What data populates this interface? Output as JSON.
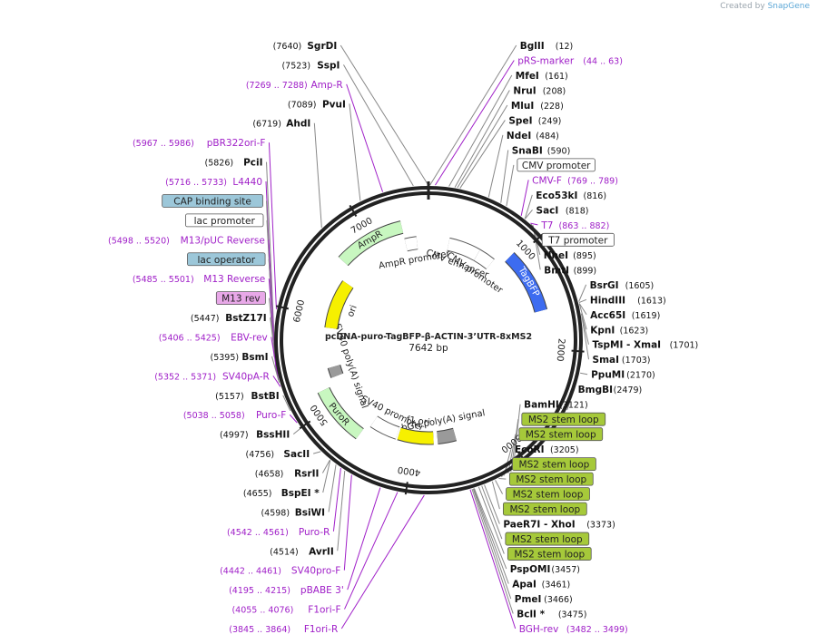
{
  "credit": {
    "prefix": "Created by",
    "brand": "SnapGene"
  },
  "plasmid": {
    "name": "pcDNA-puro-TagBFP-β-ACTIN-3’UTR-8xMS2",
    "length": "7642 bp",
    "total_bp": 7642
  },
  "colors": {
    "primer": "#a020c8",
    "ms2": "#a6c93a",
    "misc": "#9cc7d9",
    "m13rev": "#e8a8e8",
    "yellow": "#f6f000",
    "green": "#c8f7c0",
    "blue": "#3d6cf0",
    "gray": "#9a9a9a",
    "orange": "#f0a020"
  },
  "ruler": [
    {
      "label": "1000",
      "pos": 1000
    },
    {
      "label": "2000",
      "pos": 2000
    },
    {
      "label": "3000",
      "pos": 3000
    },
    {
      "label": "4000",
      "pos": 4000
    },
    {
      "label": "5000",
      "pos": 5000
    },
    {
      "label": "6000",
      "pos": 6000
    },
    {
      "label": "7000",
      "pos": 7000
    }
  ],
  "left_labels": [
    {
      "text": "SgrDI",
      "num": "(7640)",
      "kind": "site",
      "pos": 7640
    },
    {
      "text": "SspI",
      "num": "(7523)",
      "kind": "site",
      "pos": 7523
    },
    {
      "text": "Amp-R",
      "num": "(7269 .. 7288)",
      "kind": "primer",
      "pos": 7278
    },
    {
      "text": "PvuI",
      "num": "(7089)",
      "kind": "site",
      "pos": 7089
    },
    {
      "text": "AhdI",
      "num": "(6719)",
      "kind": "site",
      "pos": 6719
    },
    {
      "text": "pBR322ori-F",
      "num": "(5967 .. 5986)",
      "kind": "primer",
      "pos": 5976
    },
    {
      "text": "PciI",
      "num": "(5826)",
      "kind": "site",
      "pos": 5826
    },
    {
      "text": "L4440",
      "num": "(5716 .. 5733)",
      "kind": "primer",
      "pos": 5724
    },
    {
      "text": "CAP binding site",
      "num": "",
      "kind": "box_misc",
      "pos": 5640
    },
    {
      "text": "lac promoter",
      "num": "",
      "kind": "box_white",
      "pos": 5600
    },
    {
      "text": "M13/pUC Reverse",
      "num": "(5498 .. 5520)",
      "kind": "primer",
      "pos": 5509
    },
    {
      "text": "lac operator",
      "num": "",
      "kind": "box_misc",
      "pos": 5500
    },
    {
      "text": "M13 Reverse",
      "num": "(5485 .. 5501)",
      "kind": "primer",
      "pos": 5493
    },
    {
      "text": "M13 rev",
      "num": "",
      "kind": "box_m13",
      "pos": 5488
    },
    {
      "text": "BstZ17I",
      "num": "(5447)",
      "kind": "site",
      "pos": 5447
    },
    {
      "text": "EBV-rev",
      "num": "(5406 .. 5425)",
      "kind": "primer",
      "pos": 5415
    },
    {
      "text": "BsmI",
      "num": "(5395)",
      "kind": "site",
      "pos": 5395
    },
    {
      "text": "SV40pA-R",
      "num": "(5352 .. 5371)",
      "kind": "primer",
      "pos": 5361
    },
    {
      "text": "BstBI",
      "num": "(5157)",
      "kind": "site",
      "pos": 5157
    },
    {
      "text": "Puro-F",
      "num": "(5038 .. 5058)",
      "kind": "primer",
      "pos": 5048
    },
    {
      "text": "BssHII",
      "num": "(4997)",
      "kind": "site",
      "pos": 4997
    },
    {
      "text": "SacII",
      "num": "(4756)",
      "kind": "site",
      "pos": 4756
    },
    {
      "text": "RsrII",
      "num": "(4658)",
      "kind": "site",
      "pos": 4658
    },
    {
      "text": "BspEI *",
      "num": "(4655)",
      "kind": "site",
      "pos": 4655
    },
    {
      "text": "BsiWI",
      "num": "(4598)",
      "kind": "site",
      "pos": 4598
    },
    {
      "text": "Puro-R",
      "num": "(4542 .. 4561)",
      "kind": "primer",
      "pos": 4551
    },
    {
      "text": "AvrII",
      "num": "(4514)",
      "kind": "site",
      "pos": 4514
    },
    {
      "text": "SV40pro-F",
      "num": "(4442 .. 4461)",
      "kind": "primer",
      "pos": 4451
    },
    {
      "text": "pBABE 3'",
      "num": "(4195 .. 4215)",
      "kind": "primer",
      "pos": 4205
    },
    {
      "text": "F1ori-F",
      "num": "(4055 .. 4076)",
      "kind": "primer",
      "pos": 4065
    },
    {
      "text": "F1ori-R",
      "num": "(3845 .. 3864)",
      "kind": "primer",
      "pos": 3854
    }
  ],
  "right_labels": [
    {
      "text": "BglII",
      "num": "(12)",
      "kind": "site",
      "pos": 12
    },
    {
      "text": "pRS-marker",
      "num": "(44 .. 63)",
      "kind": "primer",
      "pos": 53
    },
    {
      "text": "MfeI",
      "num": "(161)",
      "kind": "site",
      "pos": 161
    },
    {
      "text": "NruI",
      "num": "(208)",
      "kind": "site",
      "pos": 208
    },
    {
      "text": "MluI",
      "num": "(228)",
      "kind": "site",
      "pos": 228
    },
    {
      "text": "SpeI",
      "num": "(249)",
      "kind": "site",
      "pos": 249
    },
    {
      "text": "NdeI",
      "num": "(484)",
      "kind": "site",
      "pos": 484
    },
    {
      "text": "SnaBI",
      "num": "(590)",
      "kind": "site",
      "pos": 590
    },
    {
      "text": "CMV promoter",
      "num": "",
      "kind": "box_white",
      "pos": 640
    },
    {
      "text": "CMV-F",
      "num": "(769 .. 789)",
      "kind": "primer",
      "pos": 779
    },
    {
      "text": "Eco53kI",
      "num": "(816)",
      "kind": "site",
      "pos": 816
    },
    {
      "text": "SacI",
      "num": "(818)",
      "kind": "site",
      "pos": 818
    },
    {
      "text": "T7",
      "num": "(863 .. 882)",
      "kind": "primer",
      "pos": 872
    },
    {
      "text": "T7 promoter",
      "num": "",
      "kind": "box_white",
      "pos": 880
    },
    {
      "text": "NheI",
      "num": "(895)",
      "kind": "site",
      "pos": 895
    },
    {
      "text": "BmtI",
      "num": "(899)",
      "kind": "site",
      "pos": 899
    },
    {
      "text": "BsrGI",
      "num": "(1605)",
      "kind": "site",
      "pos": 1605
    },
    {
      "text": "HindIII",
      "num": "(1613)",
      "kind": "site",
      "pos": 1613
    },
    {
      "text": "Acc65I",
      "num": "(1619)",
      "kind": "site",
      "pos": 1619
    },
    {
      "text": "KpnI",
      "num": "(1623)",
      "kind": "site",
      "pos": 1623
    },
    {
      "text": "TspMI - XmaI",
      "num": "(1701)",
      "kind": "site",
      "pos": 1701
    },
    {
      "text": "SmaI",
      "num": "(1703)",
      "kind": "site",
      "pos": 1703
    },
    {
      "text": "PpuMI",
      "num": "(2170)",
      "kind": "site",
      "pos": 2170
    },
    {
      "text": "BmgBI",
      "num": "(2479)",
      "kind": "site",
      "pos": 2479
    },
    {
      "text": "BamHI",
      "num": "(3121)",
      "kind": "site",
      "pos": 3121
    },
    {
      "text": "MS2 stem loop",
      "num": "",
      "kind": "box_ms2",
      "pos": 3140
    },
    {
      "text": "MS2 stem loop",
      "num": "",
      "kind": "box_ms2",
      "pos": 3165
    },
    {
      "text": "EcoRI",
      "num": "(3205)",
      "kind": "site",
      "pos": 3205
    },
    {
      "text": "MS2 stem loop",
      "num": "",
      "kind": "box_ms2",
      "pos": 3225
    },
    {
      "text": "MS2 stem loop",
      "num": "",
      "kind": "box_ms2",
      "pos": 3250
    },
    {
      "text": "MS2 stem loop",
      "num": "",
      "kind": "box_ms2",
      "pos": 3280
    },
    {
      "text": "MS2 stem loop",
      "num": "",
      "kind": "box_ms2",
      "pos": 3305
    },
    {
      "text": "PaeR7I - XhoI",
      "num": "(3373)",
      "kind": "site",
      "pos": 3373
    },
    {
      "text": "MS2 stem loop",
      "num": "",
      "kind": "box_ms2",
      "pos": 3395
    },
    {
      "text": "MS2 stem loop",
      "num": "",
      "kind": "box_ms2",
      "pos": 3420
    },
    {
      "text": "PspOMI",
      "num": "(3457)",
      "kind": "site",
      "pos": 3457
    },
    {
      "text": "ApaI",
      "num": "(3461)",
      "kind": "site",
      "pos": 3461
    },
    {
      "text": "PmeI",
      "num": "(3466)",
      "kind": "site",
      "pos": 3466
    },
    {
      "text": "BclI *",
      "num": "(3475)",
      "kind": "site",
      "pos": 3475
    },
    {
      "text": "BGH-rev",
      "num": "(3482 .. 3499)",
      "kind": "primer",
      "pos": 3490
    }
  ],
  "features": [
    {
      "name": "CMV enhancer",
      "start": 250,
      "end": 630,
      "color": "#ffffff",
      "ring": "inner"
    },
    {
      "name": "CMV promoter",
      "start": 630,
      "end": 830,
      "color": "#ffffff",
      "ring": "inner"
    },
    {
      "name": "TagBFP",
      "start": 940,
      "end": 1600,
      "color": "#3d6cf0",
      "ring": "mid"
    },
    {
      "name": "bGH poly(A) signal",
      "start": 3490,
      "end": 3710,
      "color": "#9a9a9a",
      "ring": "inner"
    },
    {
      "name": "f1 ori",
      "start": 3760,
      "end": 4190,
      "color": "#f6f000",
      "ring": "inner"
    },
    {
      "name": "SV40 promoter",
      "start": 4210,
      "end": 4540,
      "color": "#ffffff",
      "ring": "inner"
    },
    {
      "name": "PuroR",
      "start": 4590,
      "end": 5190,
      "color": "#c8f7c0",
      "ring": "mid"
    },
    {
      "name": "SV40 poly(A) signal",
      "start": 5280,
      "end": 5400,
      "color": "#9a9a9a",
      "ring": "inner"
    },
    {
      "name": "ori",
      "start": 5880,
      "end": 6470,
      "color": "#f6f000",
      "ring": "inner"
    },
    {
      "name": "AmpR",
      "start": 6640,
      "end": 7360,
      "color": "#c8f7c0",
      "ring": "mid"
    },
    {
      "name": "AmpR promoter",
      "start": 7360,
      "end": 7500,
      "color": "#ffffff",
      "ring": "inner"
    }
  ]
}
